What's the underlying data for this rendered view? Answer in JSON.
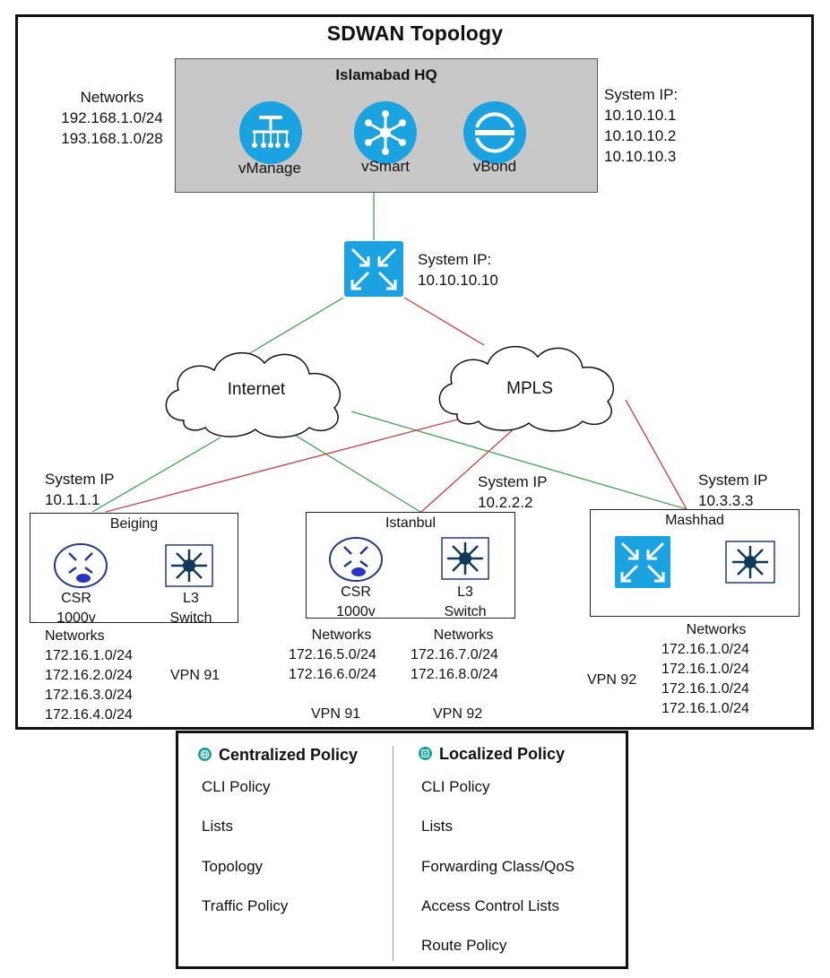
{
  "title": "SDWAN Topology",
  "hq": {
    "title": "Islamabad HQ",
    "components": [
      "vManage",
      "vSmart",
      "vBond"
    ],
    "networks_label": "Networks",
    "networks": [
      "192.168.1.0/24",
      "193.168.1.0/28"
    ],
    "system_ip_label": "System IP:",
    "system_ips": [
      "10.10.10.1",
      "10.10.10.2",
      "10.10.10.3"
    ]
  },
  "hub_router": {
    "system_ip_label": "System IP:",
    "system_ip": "10.10.10.10"
  },
  "clouds": [
    "Internet",
    "MPLS"
  ],
  "sites": {
    "beiging": {
      "title": "Beiging",
      "system_ip_label": "System IP",
      "system_ip": "10.1.1.1",
      "csr_line1": "CSR",
      "csr_line2": "1000v",
      "switch_line1": "L3",
      "switch_line2": "Switch",
      "networks_label": "Networks",
      "networks": [
        "172.16.1.0/24",
        "172.16.2.0/24",
        "172.16.3.0/24",
        "172.16.4.0/24"
      ],
      "vpn": "VPN 91"
    },
    "istanbul": {
      "title": "Istanbul",
      "system_ip_label": "System IP",
      "system_ip": "10.2.2.2",
      "csr_line1": "CSR",
      "csr_line2": "1000v",
      "switch_line1": "L3",
      "switch_line2": "Switch",
      "networks_a_label": "Networks",
      "networks_a": [
        "172.16.5.0/24",
        "172.16.6.0/24"
      ],
      "vpn_a": "VPN 91",
      "networks_b_label": "Networks",
      "networks_b": [
        "172.16.7.0/24",
        "172.16.8.0/24"
      ],
      "vpn_b": "VPN 92"
    },
    "mashhad": {
      "title": "Mashhad",
      "system_ip_label": "System IP",
      "system_ip": "10.3.3.3",
      "networks_label": "Networks",
      "networks": [
        "172.16.1.0/24",
        "172.16.1.0/24",
        "172.16.1.0/24",
        "172.16.1.0/24"
      ],
      "vpn": "VPN 92"
    }
  },
  "links": {
    "internet_color": "#3aa64a",
    "mpls_color": "#d03b3b",
    "hq_color": "#3aa64a"
  },
  "policy": {
    "centralized": {
      "title": "Centralized Policy",
      "icon": "globe-icon",
      "items": [
        "CLI Policy",
        "Lists",
        "Topology",
        "Traffic Policy"
      ]
    },
    "localized": {
      "title": "Localized Policy",
      "icon": "device-icon",
      "items": [
        "CLI Policy",
        "Lists",
        "Forwarding Class/QoS",
        "Access Control Lists",
        "Route Policy"
      ]
    }
  },
  "colors": {
    "accent_blue": "#1aa3e0",
    "policy_icon": "#16a3a0",
    "hq_bg": "#c8c8c8"
  }
}
